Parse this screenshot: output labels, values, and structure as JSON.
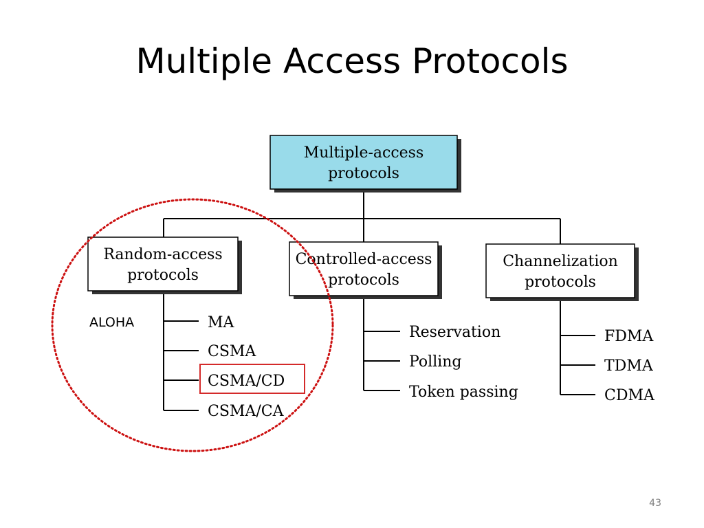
{
  "slide": {
    "title": "Multiple Access Protocols",
    "page_number": "43"
  },
  "diagram": {
    "root": {
      "line1": "Multiple-access",
      "line2": "protocols",
      "fill_color": "#99dbea"
    },
    "categories": [
      {
        "line1": "Random-access",
        "line2": "protocols",
        "items": [
          "MA",
          "CSMA",
          "CSMA/CD",
          "CSMA/CA"
        ]
      },
      {
        "line1": "Controlled-access",
        "line2": "protocols",
        "items": [
          "Reservation",
          "Polling",
          "Token passing"
        ]
      },
      {
        "line1": "Channelization",
        "line2": "protocols",
        "items": [
          "FDMA",
          "TDMA",
          "CDMA"
        ]
      }
    ],
    "annotations": {
      "aloha_label": "ALOHA",
      "highlight_item": "CSMA/CD",
      "highlight_color": "#d42a2a",
      "circle_color": "#cc1111"
    }
  }
}
